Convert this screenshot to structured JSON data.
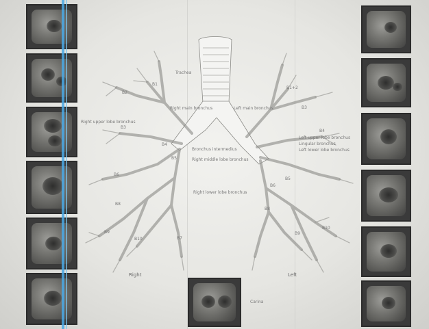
{
  "labels": {
    "trachea": "Trachea",
    "right_main_bronchus": "Right main bronchus",
    "left_main_bronchus": "Left main bronchus",
    "right_upper_lobe_bronchus": "Right upper lobe bronchus",
    "bronchus_intermedius": "Bronchus intermedius",
    "right_middle_lobe_bronchus": "Right middle lobe bronchus",
    "right_lower_lobe_bronchus": "Right lower lobe bronchus",
    "left_upper_lobe_bronchus": "Left upper lobe bronchus",
    "lingular_bronchus": "Lingular bronchus",
    "left_lower_lobe_bronchus": "Left lower lobe bronchus",
    "right": "Right",
    "left": "Left",
    "carina": "Carina"
  },
  "segment_labels": [
    "B1",
    "B2",
    "B3",
    "B4",
    "B5",
    "B6",
    "B7",
    "B8",
    "B9",
    "B10",
    "B1+2",
    "B3",
    "B4",
    "B5",
    "B6",
    "B8",
    "B9",
    "B10"
  ],
  "colors": {
    "airway_fill": "#f4f4f2",
    "airway_stroke": "#8a8a86",
    "thumb_frame": "#3a3a3a",
    "accent_line": "#4aa9e6"
  }
}
